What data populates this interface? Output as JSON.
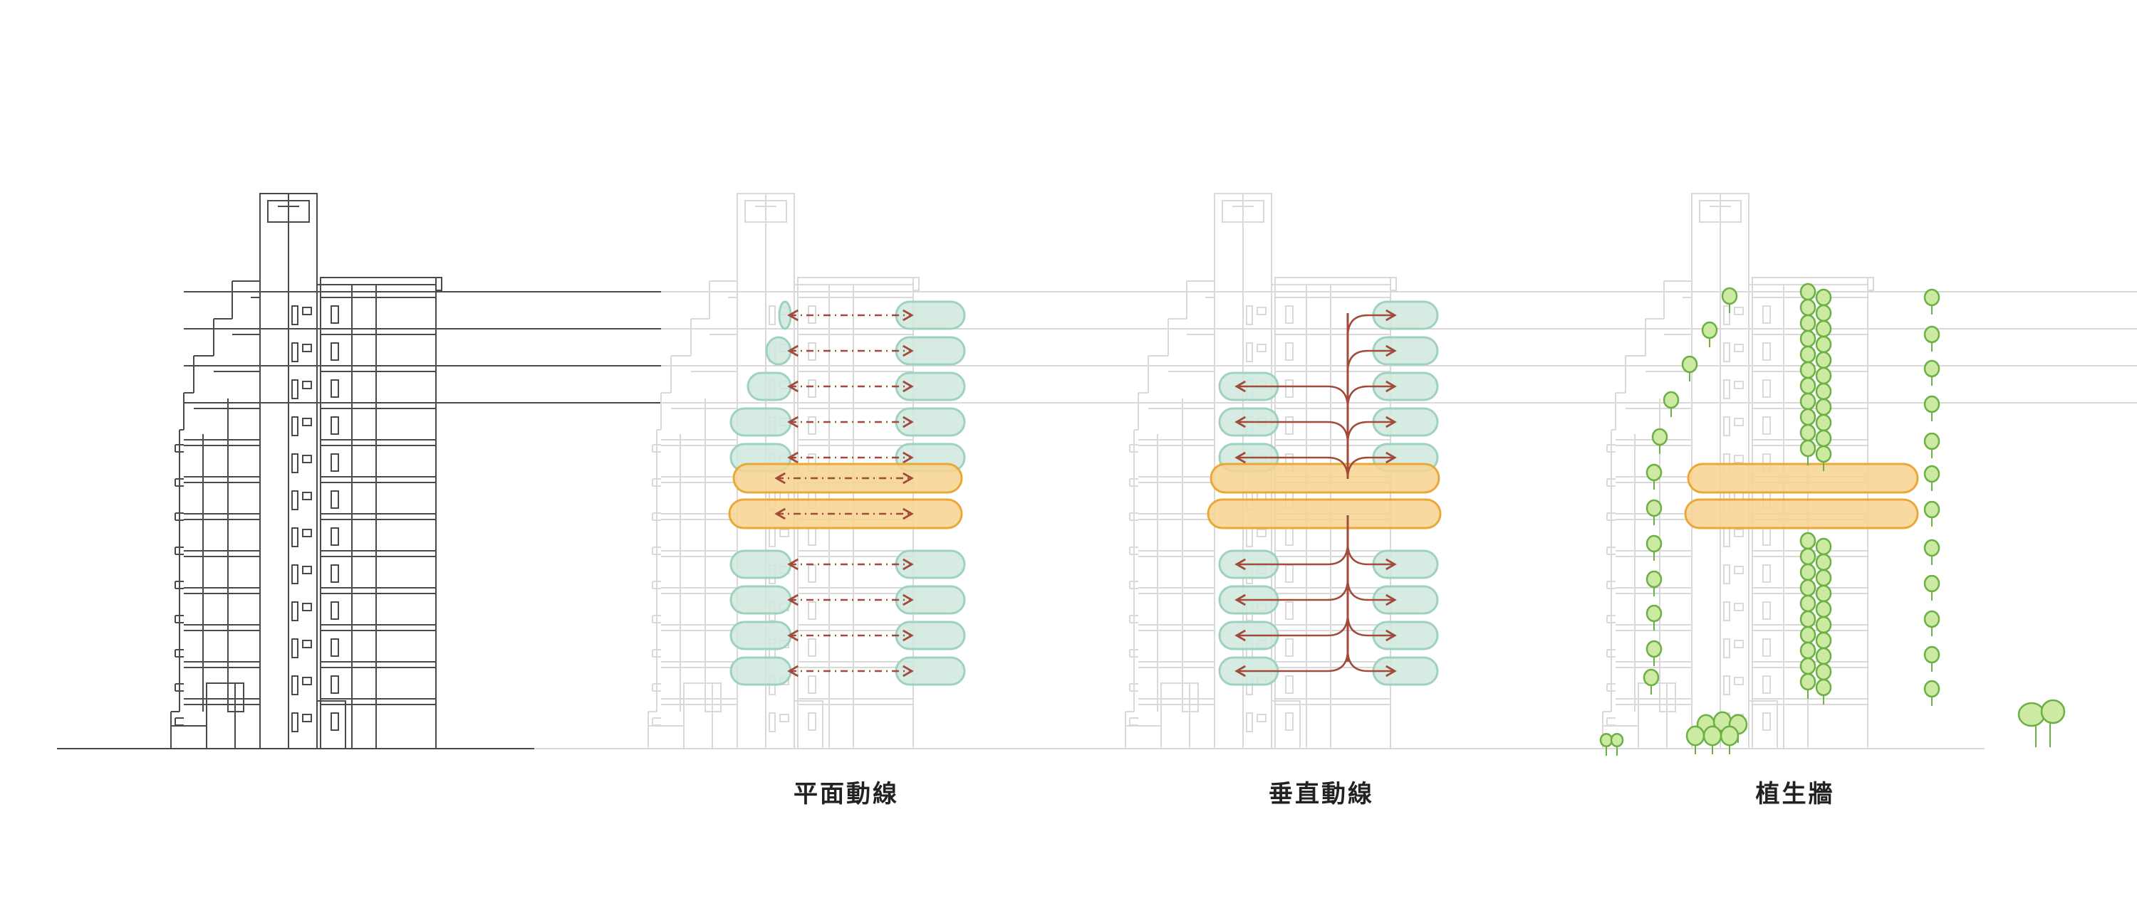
{
  "panels": [
    {
      "id": "section",
      "caption": ""
    },
    {
      "id": "horizontal",
      "caption": "平面動線"
    },
    {
      "id": "vertical",
      "caption": "垂直動線"
    },
    {
      "id": "greenwall",
      "caption": "植生牆"
    }
  ],
  "colors": {
    "line_dark": "#4a4a4a",
    "line_faded": "#d9d9d9",
    "zone_green": "#cfe9de",
    "zone_green_edge": "#9fd2bd",
    "zone_orange": "#f7d48f",
    "zone_orange_edge": "#eba83a",
    "arrow": "#a24a3c",
    "plant_fill": "#cdeaa3",
    "plant_stroke": "#6ab042"
  },
  "icons": [
    "arrow-left-icon",
    "arrow-right-icon",
    "plant-icon",
    "tree-icon"
  ]
}
